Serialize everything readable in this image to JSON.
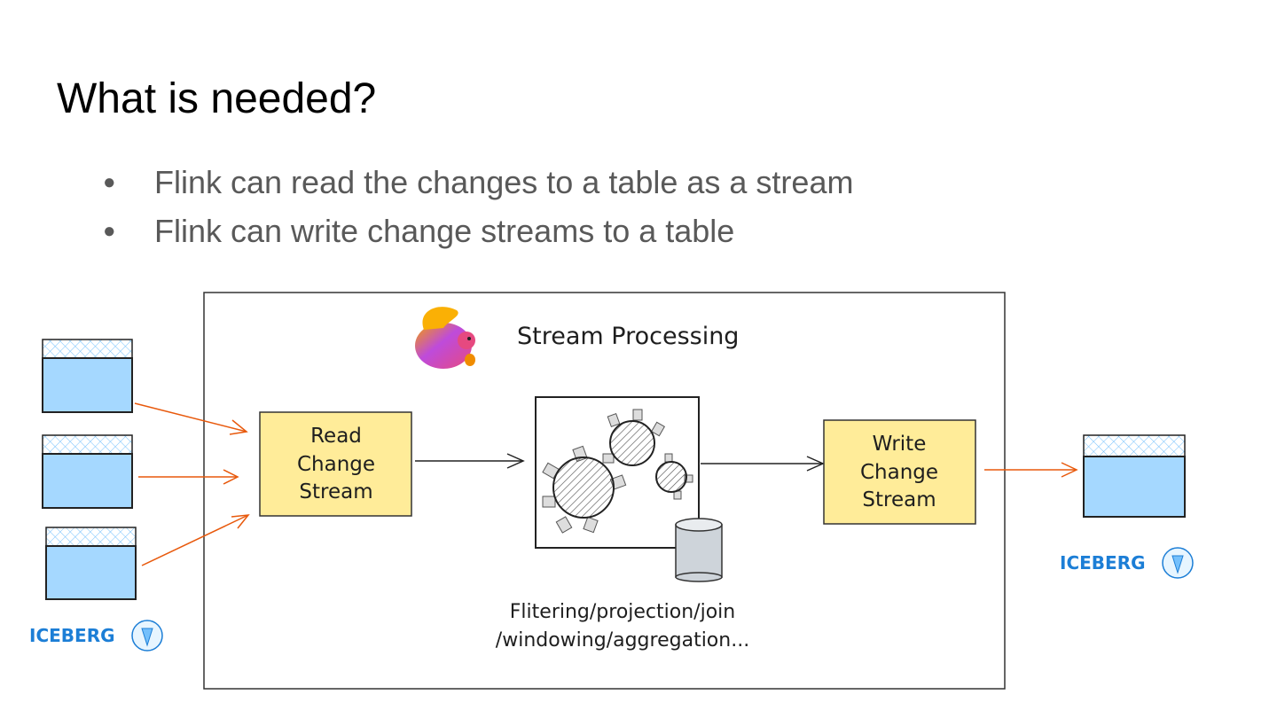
{
  "slide": {
    "title": "What is needed?",
    "bullets": [
      "Flink can read the changes to a table as a stream",
      "Flink can write change streams to a table"
    ]
  },
  "diagram": {
    "container_label": "Stream Processing",
    "read_box": [
      "Read",
      "Change",
      "Stream"
    ],
    "write_box": [
      "Write",
      "Change",
      "Stream"
    ],
    "operations": [
      "Flitering/projection/join",
      "/windowing/aggregation..."
    ],
    "source_logo": "ICEBERG",
    "sink_logo": "ICEBERG",
    "colors": {
      "table_fill": "#a5d8ff",
      "process_fill": "#ffec99",
      "arrow_orange": "#e8590c",
      "storage_fill": "#ced4da"
    }
  }
}
